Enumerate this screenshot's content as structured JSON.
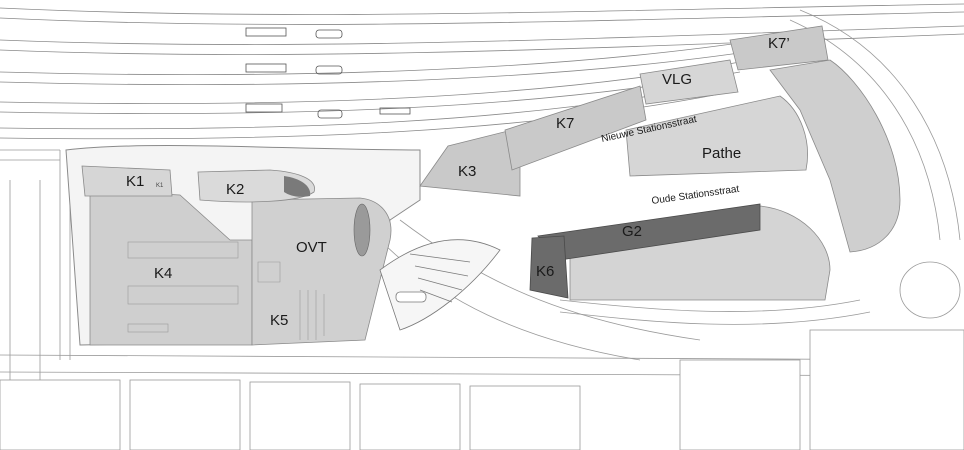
{
  "map": {
    "colors": {
      "background": "#ffffff",
      "block_light": "#d4d4d4",
      "block_mid": "#c9c9c9",
      "block_dark": "#6b6b6b",
      "line": "#8a8a8a",
      "text": "#1a1a1a"
    },
    "blocks": {
      "k1": "K1",
      "k1_small": "K1",
      "k2": "K2",
      "k3": "K3",
      "k4": "K4",
      "k5": "K5",
      "k6": "K6",
      "k7": "K7",
      "k7_prime": "K7’",
      "ovt": "OVT",
      "vlg": "VLG",
      "pathe": "Pathe",
      "g2": "G2"
    },
    "streets": {
      "nieuwe_stationstraat": "Nieuwe Stationsstraat",
      "oude_stationstraat": "Oude Stationsstraat"
    }
  }
}
